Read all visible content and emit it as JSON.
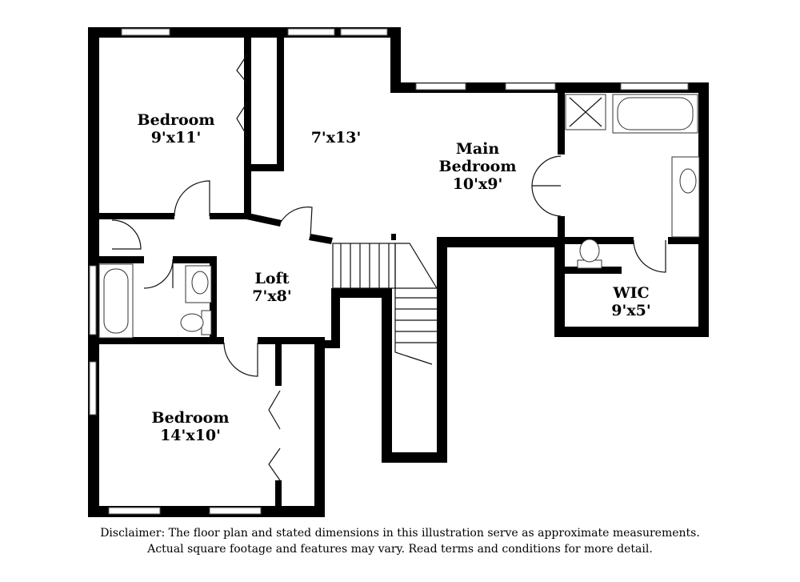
{
  "rooms": {
    "bedroom_1": {
      "name": "Bedroom",
      "size": "9'x11'"
    },
    "room_7x13": {
      "size": "7'x13'"
    },
    "main_bedroom": {
      "name_line1": "Main",
      "name_line2": "Bedroom",
      "size": "10'x9'"
    },
    "loft": {
      "name": "Loft",
      "size": "7'x8'"
    },
    "wic": {
      "name": "WIC",
      "size": "9'x5'"
    },
    "bedroom_2": {
      "name": "Bedroom",
      "size": "14'x10'"
    }
  },
  "disclaimer": {
    "line1": "Disclaimer: The floor plan and stated dimensions in this illustration serve as approximate measurements.",
    "line2": "Actual square footage and features may vary. Read terms and conditions for more detail."
  }
}
